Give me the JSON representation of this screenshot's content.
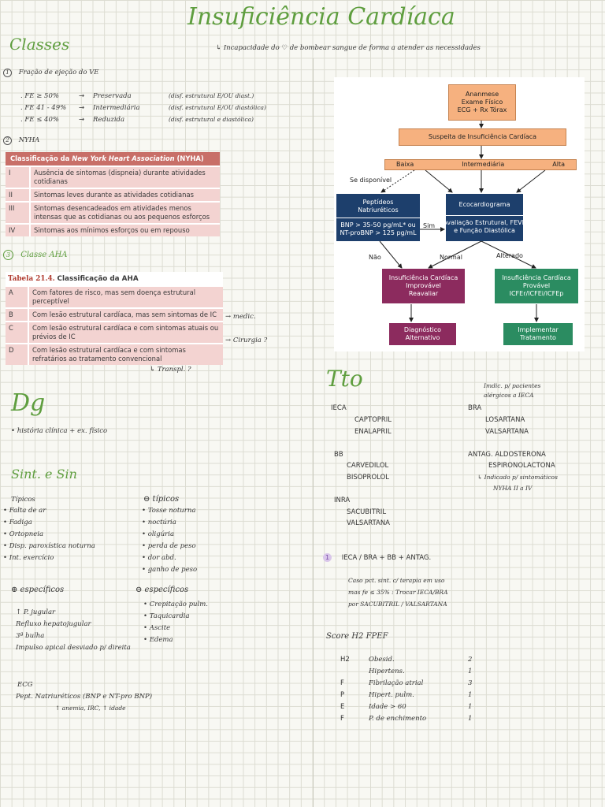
{
  "title": "Insuficiência Cardíaca",
  "definition": "Incapacidade do ♡ de bombear sangue de forma a atender as necessidades",
  "classes": {
    "heading": "Classes",
    "item1": {
      "num": "1",
      "label": "Fração de ejeção do VE",
      "rows": [
        {
          "fe": ". FE ≥ 50%",
          "arrow": "→",
          "type": "Preservada",
          "note": "(disf. estrutural E/OU diast.)"
        },
        {
          "fe": ". FE 41 - 49%",
          "arrow": "→",
          "type": "Intermediária",
          "note": "(disf. estrutural E/OU diastólica)"
        },
        {
          "fe": ". FE ≤ 40%",
          "arrow": "→",
          "type": "Reduzida",
          "note": "(disf. estrutural e diastólica)"
        }
      ]
    },
    "item2": {
      "num": "2",
      "label": "NYHA"
    },
    "item3": {
      "num": "3",
      "label": "Classe AHA"
    }
  },
  "nyha": {
    "header_pre": "Classificação da ",
    "header_em": "New York Heart Association",
    "header_post": " (NYHA)",
    "rows": [
      {
        "c": "I",
        "d": "Ausência de sintomas (dispneia) durante atividades cotidianas"
      },
      {
        "c": "II",
        "d": "Sintomas leves durante as atividades cotidianas"
      },
      {
        "c": "III",
        "d": "Sintomas desencadeados em atividades menos intensas que as cotidianas ou aos pequenos esforços"
      },
      {
        "c": "IV",
        "d": "Sintomas aos mínimos esforços ou em repouso"
      }
    ]
  },
  "aha": {
    "caption_num": "Tabela 21.4.",
    "caption": "Classificação da AHA",
    "rows": [
      {
        "c": "A",
        "d": "Com fatores de risco, mas sem doença estrutural perceptível"
      },
      {
        "c": "B",
        "d": "Com lesão estrutural cardíaca, mas sem sintomas de IC"
      },
      {
        "c": "C",
        "d": "Com lesão estrutural cardíaca e com sintomas atuais ou prévios de IC"
      },
      {
        "c": "D",
        "d": "Com lesão estrutural cardíaca e com sintomas refratários ao tratamento convencional"
      }
    ],
    "note_b": "→ medic.",
    "note_c": "→ Cirurgia ?",
    "note_d": "↳ Transpl. ?"
  },
  "flow": {
    "n1": "Ananmese\nExame Físico\nECG + Rx Tórax",
    "n2": "Suspeita de Insuficiência Cardíaca",
    "low": "Baixa",
    "mid": "Intermediária",
    "high": "Alta",
    "if_avail": "Se disponível",
    "pept_t": "Peptídeos\nNatriuréticos",
    "pept_b": "BNP > 35-50 pg/mL* ou\nNT-proBNP > 125 pg/mL",
    "eco_t": "Ecocardiograma",
    "eco_b": "Avaliação Estrutural, FEVE\ne Função Diastólica",
    "sim": "Sim",
    "nao": "Não",
    "normal": "Normal",
    "alterado": "Alterado",
    "imp": "Insuficiência Cardíaca\nImprovável\nReavaliar",
    "prov": "Insuficiência Cardíaca\nProvável\nICFEr/ICFEi/ICFEp",
    "diag": "Diagnóstico\nAlternativo",
    "trat": "Implementar\nTratamento"
  },
  "dg": {
    "heading": "Dg",
    "item": "• história clínica + ex. físico"
  },
  "sint": {
    "heading": "Sint. e Sin",
    "tipicos": "Típicos",
    "tipicos_items": [
      "• Falta de ar",
      "• Fadiga",
      "• Ortopneia",
      "• Disp. paroxística noturna",
      "• Int. exercício"
    ],
    "ntipicos": "⊖ típicos",
    "ntipicos_items": [
      "• Tosse noturna",
      "• noctúria",
      "• oligúria",
      "• perda de peso",
      "• dor abd.",
      "• ganho de peso"
    ],
    "espec": "⊕ específicos",
    "espec_items": [
      "↑ P. jugular",
      "Refluxo hepatojugular",
      "3ª bulha",
      "Impulso apical desviado p/ direita"
    ],
    "nespec": "⊖ específicos",
    "nespec_items": [
      "• Crepitação pulm.",
      "• Taquicardia",
      "• Ascite",
      "• Edema"
    ]
  },
  "exams": {
    "ecg": "ECG",
    "pept": "Pept. Natriuréticos (BNP e NT-pro BNP)",
    "pept_note": "↑ anemia, IRC, ↑ idade"
  },
  "tto": {
    "heading": "Tto",
    "imdic": "Imdic. p/ pacientes alérgicos a IECA",
    "ieca": "IECA",
    "ieca_items": [
      "CAPTOPRIL",
      "ENALAPRIL"
    ],
    "bra": "BRA",
    "bra_items": [
      "LOSARTANA",
      "VALSARTANA"
    ],
    "bb": "BB",
    "bb_items": [
      "CARVEDILOL",
      "BISOPROLOL"
    ],
    "antag": "ANTAG. ALDOSTERONA",
    "antag_items": [
      "ESPIRONOLACTONA"
    ],
    "antag_note1": "↳ Indicado p/ sintomáticos",
    "antag_note2": "NYHA II a IV",
    "inra": "INRA",
    "inra_items": [
      "SACUBITRIL",
      "VALSARTANA"
    ],
    "combo_num": "1",
    "combo": "IECA / BRA + BB + ANTAG.",
    "combo_note1": "Caso pct. sint. c/ terapia em uso",
    "combo_note2": "mas fe ≤ 35% : Trocar IECA/BRA",
    "combo_note3": "por SACUBITRIL / VALSARTANA"
  },
  "score": {
    "heading": "Score H2 FPEF",
    "rows": [
      {
        "l": "H2",
        "d": "Obesid.",
        "p": "2"
      },
      {
        "l": "",
        "d": "Hipertens.",
        "p": "1"
      },
      {
        "l": "F",
        "d": "Fibrilação atrial",
        "p": "3"
      },
      {
        "l": "P",
        "d": "Hipert. pulm.",
        "p": "1"
      },
      {
        "l": "E",
        "d": "Idade > 60",
        "p": "1"
      },
      {
        "l": "F",
        "d": "P. de enchimento",
        "p": "1"
      }
    ]
  }
}
